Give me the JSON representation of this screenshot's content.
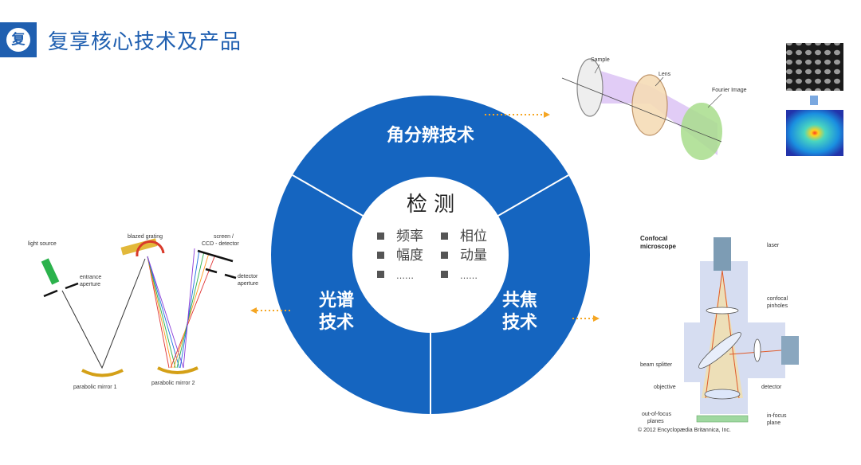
{
  "header": {
    "logo_char": "复",
    "title": "复享核心技术及产品"
  },
  "center": {
    "title": "检  测",
    "left_items": [
      "频率",
      "幅度",
      "……"
    ],
    "right_items": [
      "相位",
      "动量",
      "……"
    ]
  },
  "ring": {
    "top": "角分辨技术",
    "left": [
      "光谱",
      "技术"
    ],
    "right": [
      "共焦",
      "技术"
    ]
  },
  "fourier_diagram": {
    "sample": "Sample",
    "lens": "Lens",
    "fourier_image": "Fourier Image"
  },
  "spectro_diagram": {
    "light_source": "light source",
    "entrance_aperture": [
      "entrance",
      "aperture"
    ],
    "blazed_grating": "blazed grating",
    "screen_detector": [
      "screen /",
      "CCD - detector"
    ],
    "detector_aperture": [
      "detector",
      "aperture"
    ],
    "mirror1": "parabolic mirror 1",
    "mirror2": "parabolic mirror 2"
  },
  "confocal_diagram": {
    "title": [
      "Confocal",
      "microscope"
    ],
    "laser": "laser",
    "pinholes": [
      "confocal",
      "pinholes"
    ],
    "beam_splitter": "beam splitter",
    "objective": "objective",
    "detector": "detector",
    "out_of_focus": [
      "out-of-focus",
      "planes"
    ],
    "in_focus": [
      "in-focus",
      "plane"
    ],
    "copyright": "© 2012 Encyclopædia Britannica, Inc."
  },
  "colors": {
    "brand_blue": "#1f5fb0",
    "ring_blue": "#1565c0",
    "arrow_orange": "#f5a623"
  }
}
